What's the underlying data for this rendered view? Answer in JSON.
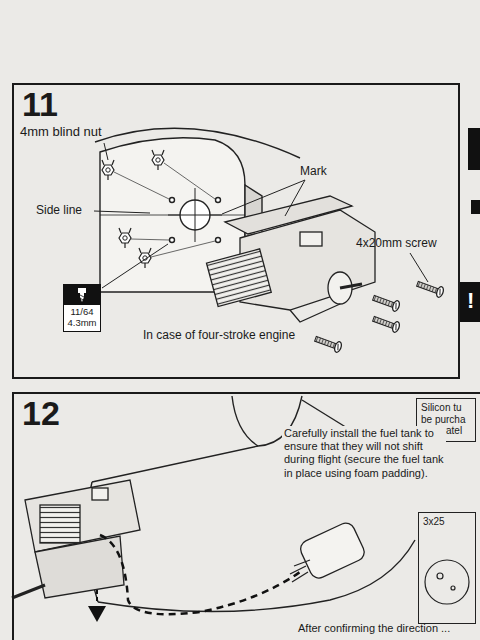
{
  "diagram": {
    "nodes": [
      {
        "text": [
          "11"
        ]
      },
      {
        "text": [
          "11/64 4.3mm"
        ],
        "in": 0
      },
      {
        "text": [
          "12"
        ]
      },
      {
        "text": [
          "Silicon tu be purcha separatel"
        ],
        "in": 2
      },
      {
        "text": [
          "3x25"
        ],
        "in": 2
      }
    ],
    "labels": [
      "4mm blind nut",
      "Mark",
      "Side line",
      "4x20mm screw",
      "In case of four-stroke engine",
      "!",
      "Carefully install the fuel tank to ensure that they will not shift during flight (secure the fuel tank in place using foam padding).",
      "After confirming the direction ..."
    ]
  }
}
